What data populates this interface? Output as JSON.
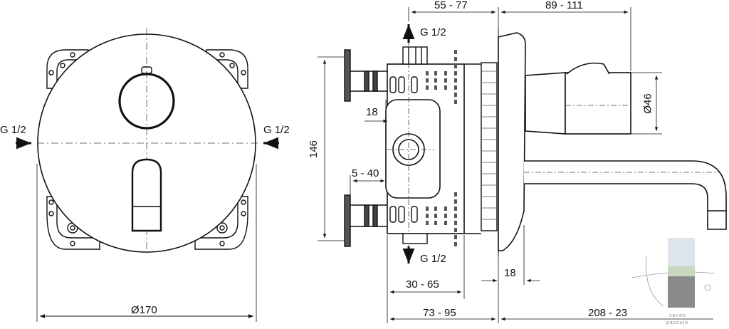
{
  "labels": {
    "front_left_thread": "G 1/2",
    "front_right_thread": "G 1/2",
    "front_diameter": "Ø170",
    "side_top_thread": "G 1/2",
    "side_bottom_thread": "G 1/2",
    "dim_top_left": "55 - 77",
    "dim_top_right": "89 - 111",
    "dim_height": "146",
    "dim_depth_small": "18",
    "dim_adjust": "5 - 40",
    "dim_body_depth": "30 - 65",
    "dim_bottom_left": "73 - 95",
    "dim_bottom_right": "208 - 23",
    "dim_spout_diameter": "Ø46",
    "dim_plate": "18"
  },
  "watermark": {
    "line1": "venne",
    "line2": "passule"
  }
}
